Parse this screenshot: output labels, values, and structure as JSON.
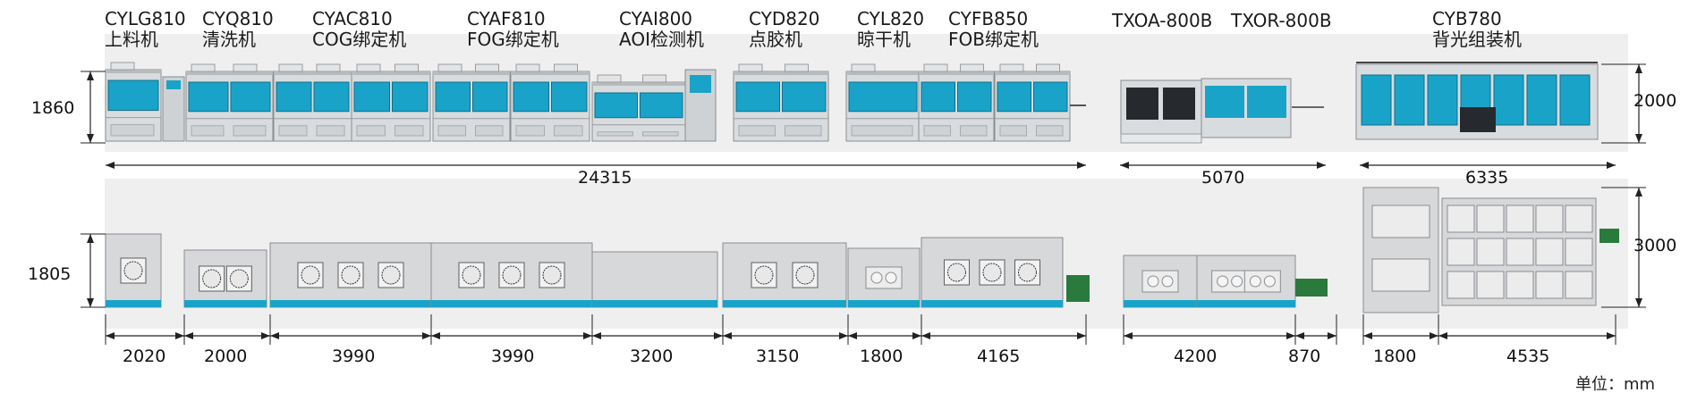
{
  "machines": [
    {
      "code": "CYLG810",
      "name": "上料机"
    },
    {
      "code": "CYQ810",
      "name": "清洗机"
    },
    {
      "code": "CYAC810",
      "name": "COG绑定机"
    },
    {
      "code": "CYAF810",
      "name": "FOG绑定机"
    },
    {
      "code": "CYAI800",
      "name": "AOI检测机"
    },
    {
      "code": "CYD820",
      "name": "点胶机"
    },
    {
      "code": "CYL820",
      "name": "晾干机"
    },
    {
      "code": "CYFB850",
      "name": "FOB绑定机"
    },
    {
      "code": "TXOA-800B",
      "name": ""
    },
    {
      "code": "TXOR-800B",
      "name": ""
    },
    {
      "code": "CYB780",
      "name": "背光组装机"
    }
  ],
  "front_dims": {
    "heights": [
      "1860",
      "2000"
    ],
    "lengths": [
      "24315",
      "5070",
      "6335"
    ]
  },
  "top_dims": {
    "depths": [
      "1805",
      "3000"
    ],
    "segments": [
      "2020",
      "2000",
      "3990",
      "3990",
      "3200",
      "3150",
      "1800",
      "4165",
      "4200",
      "870",
      "1800",
      "4535"
    ]
  },
  "unit_label": "单位：mm",
  "colors": {
    "screen": "#1aa3c8",
    "body": "#d9dcde",
    "frame": "#8a8d90",
    "band": "#efefef",
    "conveyor": "#2b7a3d"
  }
}
